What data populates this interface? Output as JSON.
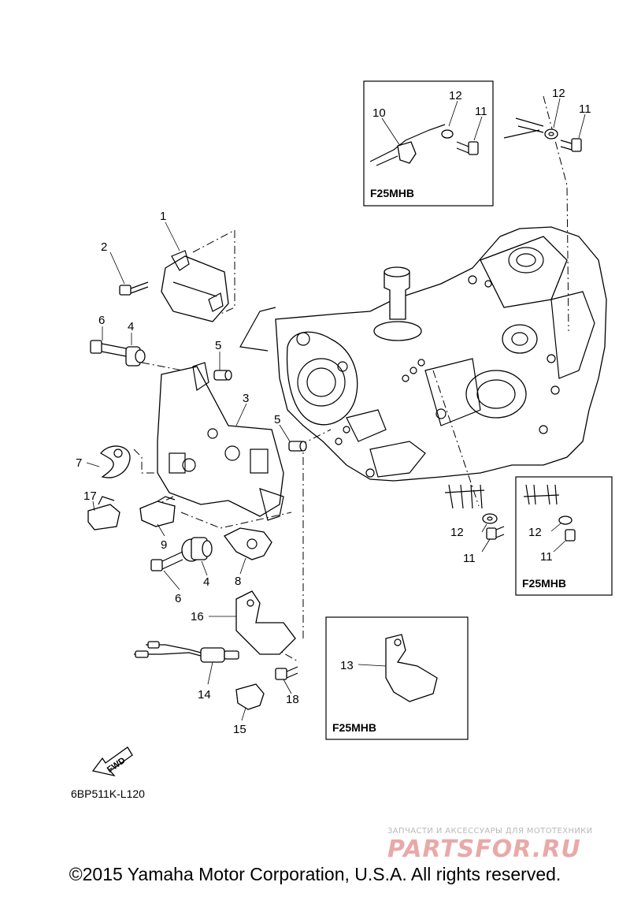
{
  "diagram": {
    "callouts": [
      "1",
      "2",
      "3",
      "4",
      "5",
      "6",
      "7",
      "8",
      "9",
      "10",
      "11",
      "12",
      "13",
      "14",
      "15",
      "16",
      "17",
      "18"
    ],
    "labels": {
      "p1": "1",
      "p2": "2",
      "p3": "3",
      "p4a": "4",
      "p4b": "4",
      "p5a": "5",
      "p5b": "5",
      "p6a": "6",
      "p6b": "6",
      "p7": "7",
      "p8": "8",
      "p9": "9",
      "p10": "10",
      "p11a": "11",
      "p11b": "11",
      "p11c": "11",
      "p11d": "11",
      "p12a": "12",
      "p12b": "12",
      "p12c": "12",
      "p12d": "12",
      "p13": "13",
      "p14": "14",
      "p15": "15",
      "p16": "16",
      "p17": "17",
      "p18": "18"
    },
    "variant_boxes": {
      "top_left": "F25MHB",
      "right": "F25MHB",
      "bottom": "F25MHB"
    },
    "fwd_arrow": "FWD",
    "drawing_code": "6BP511K-L120"
  },
  "watermark": {
    "tagline": "ЗАПЧАСТИ И АКСЕССУАРЫ ДЛЯ МОТОТЕХНИКИ",
    "logo": "PARTSFOR.RU"
  },
  "copyright": "©2015 Yamaha Motor Corporation, U.S.A. All rights reserved."
}
